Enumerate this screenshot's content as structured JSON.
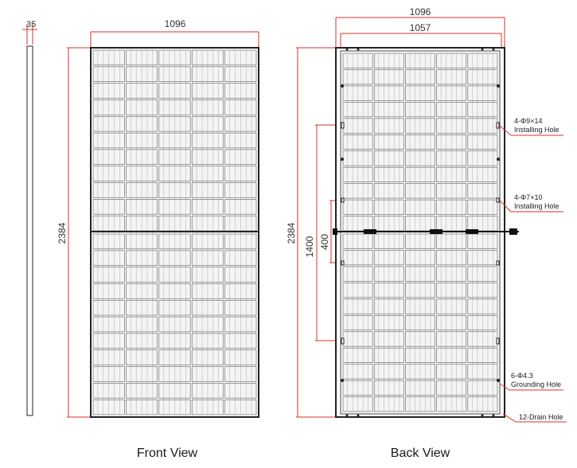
{
  "colors": {
    "dimension_line": "#d9312b",
    "frame": "#222222",
    "cell_fill": "#f4f4f4",
    "cell_stroke": "#555555",
    "text": "#222222"
  },
  "side_view": {
    "thickness_label": "35"
  },
  "front_view": {
    "caption": "Front View",
    "width_label": "1096",
    "height_label": "2384"
  },
  "back_view": {
    "caption": "Back View",
    "width_outer_label": "1096",
    "width_inner_label": "1057",
    "height_label": "2384",
    "installing_pitch_label": "1400",
    "grounding_pitch_label": "400",
    "callouts": [
      {
        "id": "installing-hole-large",
        "spec": "4-Φ9×14",
        "name": "Installing Hole"
      },
      {
        "id": "installing-hole-small",
        "spec": "4-Φ7×10",
        "name": "Installing Hole"
      },
      {
        "id": "grounding-hole",
        "spec": "6-Φ4.3",
        "name": "Grounding Hole"
      },
      {
        "id": "drain-hole",
        "spec": "",
        "name": "12-Drain Hole"
      }
    ]
  }
}
